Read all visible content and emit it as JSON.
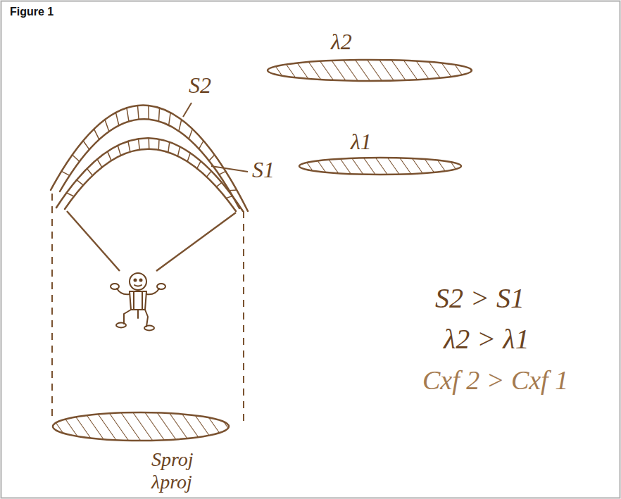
{
  "diagram": {
    "title": "Figure 1",
    "labels": [
      "λ2",
      "S2",
      "λ1",
      "S1",
      "S2 > S1",
      "λ2 > λ1",
      "Cxf 2 > Cxf 1",
      "Sproj",
      "λproj"
    ]
  }
}
